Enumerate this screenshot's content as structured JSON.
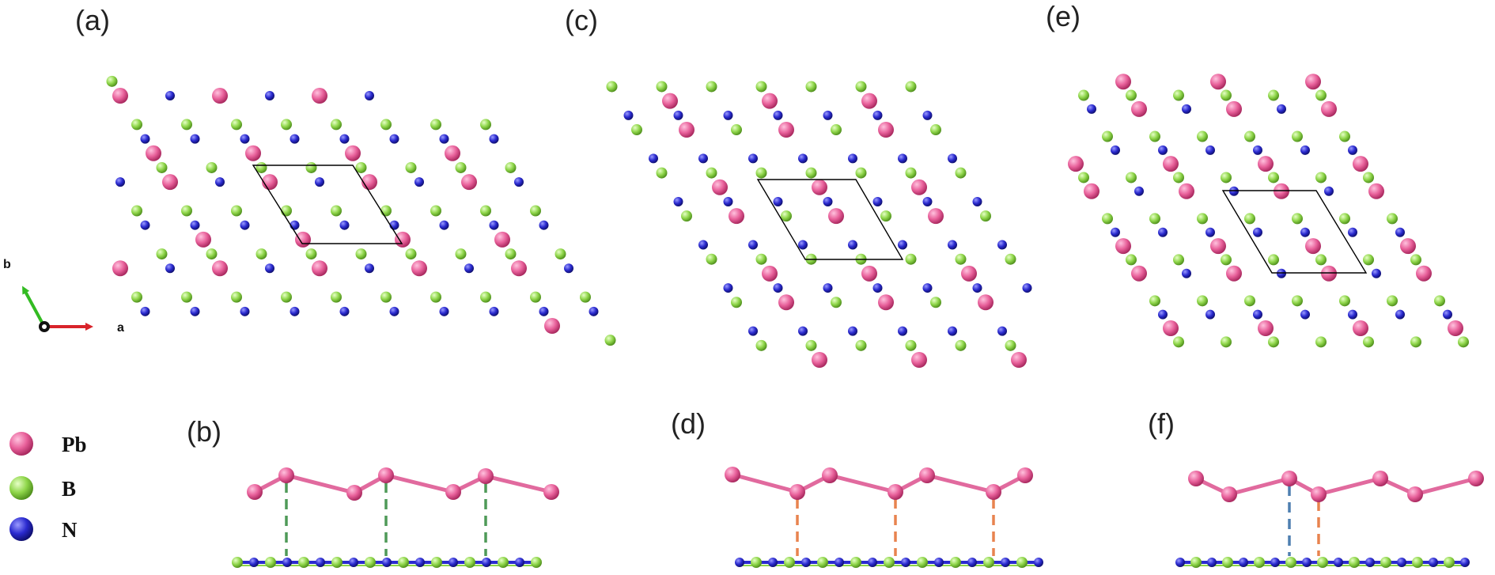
{
  "panel_labels": {
    "a": "(a)",
    "b": "(b)",
    "c": "(c)",
    "d": "(d)",
    "e": "(e)",
    "f": "(f)"
  },
  "axes": {
    "a": "a",
    "b": "b"
  },
  "legend": [
    {
      "label": "Pb",
      "color": "#e8609a"
    },
    {
      "label": "B",
      "color": "#8fd64a"
    },
    {
      "label": "N",
      "color": "#2a2acf"
    }
  ],
  "colors": {
    "pb": "#e8609a",
    "pb_bond": "#e16a9e",
    "b": "#8fd64a",
    "n": "#2a2acf",
    "cell": "#000000",
    "bridge_green": "#4f9a58",
    "bridge_orange": "#e8834f",
    "bridge_blue": "#4e7fb0",
    "axis_a": "#d8232a",
    "axis_b": "#33bb22"
  }
}
